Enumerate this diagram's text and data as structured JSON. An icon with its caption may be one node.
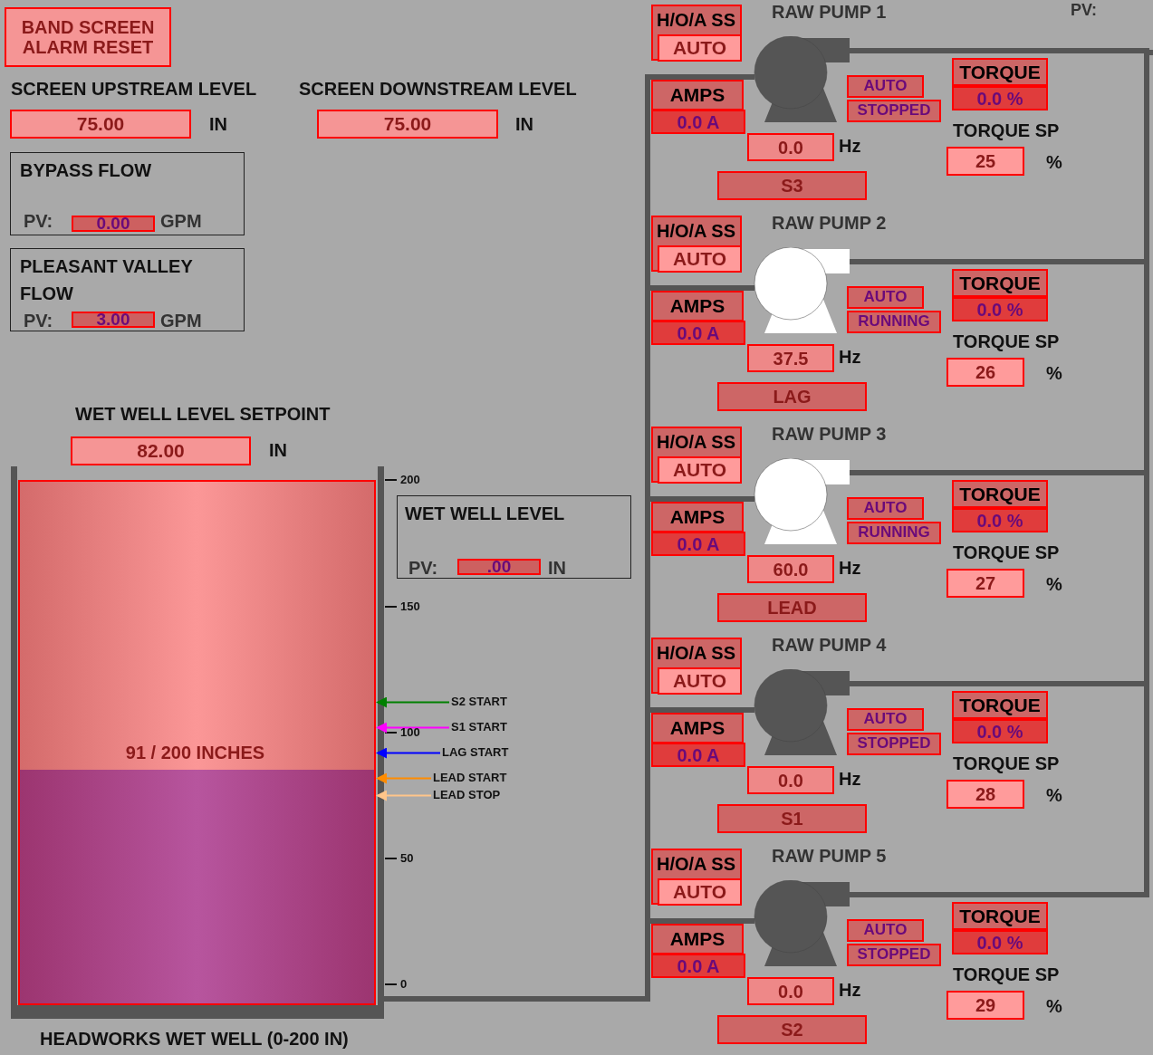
{
  "diagram": {
    "nodes": [
      {
        "text": [
          "BAND SCREEN ALARM RESET"
        ]
      },
      {
        "text": [
          "75.00"
        ],
        "beside": [
          "SCREEN UPSTREAM LEVEL",
          "IN"
        ]
      },
      {
        "text": [
          "75.00"
        ],
        "beside": [
          "SCREEN DOWNSTREAM LEVEL",
          "IN"
        ]
      },
      {
        "text": [
          "BYPASS FLOW",
          "PV:",
          "GPM"
        ]
      },
      {
        "text": [
          "0.00"
        ],
        "in": 3
      },
      {
        "text": [
          "PLEASANT VALLEY FLOW",
          "PV:",
          "GPM"
        ]
      },
      {
        "text": [
          "3.00"
        ],
        "in": 5
      },
      {
        "text": [
          "82.00"
        ],
        "beside": [
          "WET WELL LEVEL SETPOINT",
          "IN"
        ]
      },
      {
        "text": [
          "91 / 200 INCHES"
        ],
        "beside": [
          "HEADWORKS WET WELL (0-200 IN)"
        ]
      },
      {
        "text": [
          "WET WELL LEVEL",
          "PV:",
          "IN"
        ]
      },
      {
        "text": [
          ".00"
        ],
        "in": 9
      },
      {
        "text": [
          "S2 START"
        ]
      },
      {
        "text": [
          "S1 START"
        ]
      },
      {
        "text": [
          "LAG START"
        ]
      },
      {
        "text": [
          "LEAD START"
        ]
      },
      {
        "text": [
          "LEAD STOP"
        ]
      },
      {
        "text": [
          "H/O/A SS"
        ]
      },
      {
        "text": [
          "AUTO"
        ],
        "in": 16
      },
      {
        "text": [],
        "shape": "circle",
        "beside": [
          "RAW PUMP 1"
        ]
      },
      {
        "text": [
          "AMPS"
        ]
      },
      {
        "text": [
          "0.0 A"
        ]
      },
      {
        "text": [
          "AUTO"
        ]
      },
      {
        "text": [
          "STOPPED"
        ]
      },
      {
        "text": [
          "TORQUE"
        ]
      },
      {
        "text": [
          "0.0 %"
        ]
      },
      {
        "text": [
          "25"
        ],
        "beside": [
          "TORQUE SP",
          "%"
        ]
      },
      {
        "text": [
          "0.0"
        ],
        "beside": [
          "Hz"
        ]
      },
      {
        "text": [
          "S3"
        ]
      },
      {
        "text": [
          "H/O/A SS"
        ]
      },
      {
        "text": [
          "AUTO"
        ],
        "in": 28
      },
      {
        "text": [],
        "shape": "circle",
        "beside": [
          "RAW PUMP 2"
        ]
      },
      {
        "text": [
          "AMPS"
        ]
      },
      {
        "text": [
          "0.0 A"
        ]
      },
      {
        "text": [
          "AUTO"
        ]
      },
      {
        "text": [
          "RUNNING"
        ]
      },
      {
        "text": [
          "TORQUE"
        ]
      },
      {
        "text": [
          "0.0 %"
        ]
      },
      {
        "text": [
          "26"
        ],
        "beside": [
          "TORQUE SP",
          "%"
        ]
      },
      {
        "text": [
          "37.5"
        ],
        "beside": [
          "Hz"
        ]
      },
      {
        "text": [
          "LAG"
        ]
      },
      {
        "text": [
          "H/O/A SS"
        ]
      },
      {
        "text": [
          "AUTO"
        ],
        "in": 40
      },
      {
        "text": [],
        "shape": "circle",
        "beside": [
          "RAW PUMP 3"
        ]
      },
      {
        "text": [
          "AMPS"
        ]
      },
      {
        "text": [
          "0.0 A"
        ]
      },
      {
        "text": [
          "AUTO"
        ]
      },
      {
        "text": [
          "RUNNING"
        ]
      },
      {
        "text": [
          "TORQUE"
        ]
      },
      {
        "text": [
          "0.0 %"
        ]
      },
      {
        "text": [
          "27"
        ],
        "beside": [
          "TORQUE SP",
          "%"
        ]
      },
      {
        "text": [
          "60.0"
        ],
        "beside": [
          "Hz"
        ]
      },
      {
        "text": [
          "LEAD"
        ]
      },
      {
        "text": [
          "H/O/A SS"
        ]
      },
      {
        "text": [
          "AUTO"
        ],
        "in": 52
      },
      {
        "text": [],
        "shape": "circle",
        "beside": [
          "RAW PUMP 4"
        ]
      },
      {
        "text": [
          "AMPS"
        ]
      },
      {
        "text": [
          "0.0 A"
        ]
      },
      {
        "text": [
          "AUTO"
        ]
      },
      {
        "text": [
          "STOPPED"
        ]
      },
      {
        "text": [
          "TORQUE"
        ]
      },
      {
        "text": [
          "0.0 %"
        ]
      },
      {
        "text": [
          "28"
        ],
        "beside": [
          "TORQUE SP",
          "%"
        ]
      },
      {
        "text": [
          "0.0"
        ],
        "beside": [
          "Hz"
        ]
      },
      {
        "text": [
          "S1"
        ]
      },
      {
        "text": [
          "H/O/A SS"
        ]
      },
      {
        "text": [
          "AUTO"
        ],
        "in": 64
      },
      {
        "text": [],
        "shape": "circle",
        "beside": [
          "RAW PUMP 5"
        ]
      },
      {
        "text": [
          "AMPS"
        ]
      },
      {
        "text": [
          "0.0 A"
        ]
      },
      {
        "text": [
          "AUTO"
        ]
      },
      {
        "text": [
          "STOPPED"
        ]
      },
      {
        "text": [
          "TORQUE"
        ]
      },
      {
        "text": [
          "0.0 %"
        ]
      },
      {
        "text": [
          "29"
        ],
        "beside": [
          "TORQUE SP",
          "%"
        ]
      },
      {
        "text": [
          "0.0"
        ],
        "beside": [
          "Hz"
        ]
      },
      {
        "text": [
          "S2"
        ]
      }
    ],
    "edges": [
      {
        "from": 11,
        "to": 8,
        "arrow": "to",
        "color": "#008000"
      },
      {
        "from": 12,
        "to": 8,
        "arrow": "to",
        "color": "#ff00ff"
      },
      {
        "from": 13,
        "to": 8,
        "arrow": "to",
        "color": "#0000ff"
      },
      {
        "from": 14,
        "to": 8,
        "arrow": "to",
        "color": "#ff8c00"
      },
      {
        "from": 15,
        "to": 8,
        "arrow": "to",
        "color": "#ffc58a"
      },
      {
        "from": 8,
        "to": 18,
        "arrow": "none",
        "color": "#555555"
      },
      {
        "from": 8,
        "to": 30,
        "arrow": "none",
        "color": "#555555"
      },
      {
        "from": 8,
        "to": 42,
        "arrow": "none",
        "color": "#555555"
      },
      {
        "from": 8,
        "to": 54,
        "arrow": "none",
        "color": "#555555"
      },
      {
        "from": 8,
        "to": 66,
        "arrow": "none",
        "color": "#555555"
      },
      {
        "from": 18,
        "to": null,
        "arrow": "none",
        "color": "#555555"
      },
      {
        "from": 30,
        "to": null,
        "arrow": "none",
        "color": "#555555"
      },
      {
        "from": 42,
        "to": null,
        "arrow": "none",
        "color": "#555555"
      },
      {
        "from": 54,
        "to": null,
        "arrow": "none",
        "color": "#555555"
      },
      {
        "from": 66,
        "to": null,
        "arrow": "none",
        "color": "#555555"
      }
    ],
    "labels": [
      "200",
      "150",
      "100",
      "50",
      "0",
      "PV:"
    ]
  }
}
